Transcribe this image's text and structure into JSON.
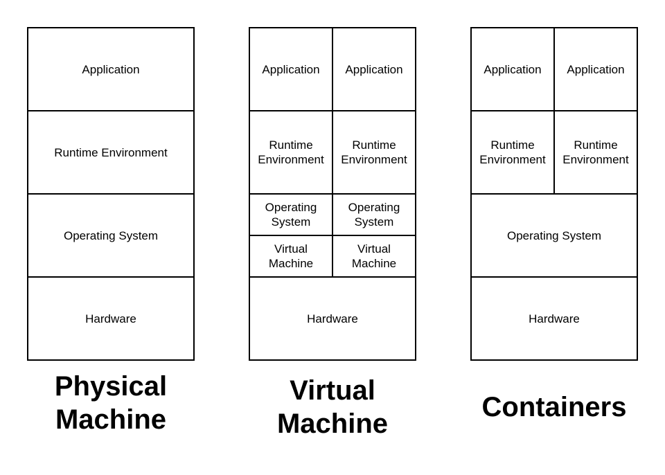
{
  "physical_machine": {
    "application": "Application",
    "runtime": "Runtime Environment",
    "os": "Operating System",
    "hardware": "Hardware",
    "title_line1": "Physical",
    "title_line2": "Machine"
  },
  "virtual_machine": {
    "app_left": "Application",
    "app_right": "Application",
    "runtime_left_1": "Runtime",
    "runtime_left_2": "Environment",
    "runtime_right_1": "Runtime",
    "runtime_right_2": "Environment",
    "os_left_1": "Operating",
    "os_left_2": "System",
    "os_right_1": "Operating",
    "os_right_2": "System",
    "vm_left_1": "Virtual",
    "vm_left_2": "Machine",
    "vm_right_1": "Virtual",
    "vm_right_2": "Machine",
    "hardware": "Hardware",
    "title_line1": "Virtual",
    "title_line2": "Machine"
  },
  "containers": {
    "app_left": "Application",
    "app_right": "Application",
    "runtime_left_1": "Runtime",
    "runtime_left_2": "Environment",
    "runtime_right_1": "Runtime",
    "runtime_right_2": "Environment",
    "os": "Operating System",
    "hardware": "Hardware",
    "title": "Containers"
  }
}
